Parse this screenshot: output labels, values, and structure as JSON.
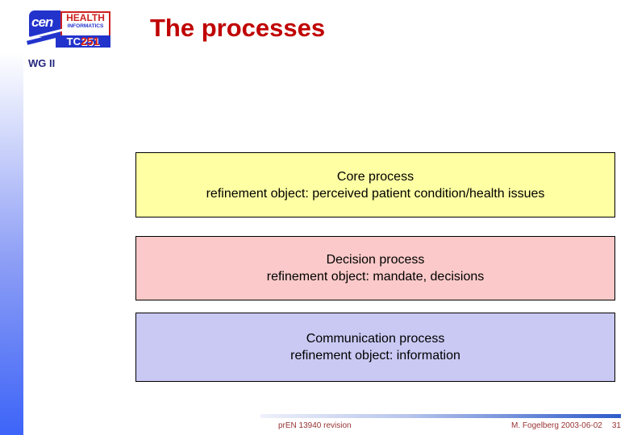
{
  "slide": {
    "title": "The processes",
    "wg_label": "WG II"
  },
  "logo": {
    "cen_text": "cen",
    "line1": "HEALTH",
    "line2": "INFORMATICS",
    "tc_text": "TC",
    "tc_number": "251"
  },
  "process_boxes": [
    {
      "title": "Core process",
      "subtitle": "refinement object: perceived patient condition/health issues",
      "fill": "#ffffa3"
    },
    {
      "title": "Decision process",
      "subtitle": "refinement object: mandate, decisions",
      "fill": "#fbc9c9"
    },
    {
      "title": "Communication process",
      "subtitle": "refinement object: information",
      "fill": "#c9c9f4"
    }
  ],
  "footer": {
    "doc_label": "prEN 13940 revision",
    "author_date": "M. Fogelberg 2003-06-02",
    "page_number": "31"
  },
  "colors": {
    "title": "#c00000",
    "wg_label": "#26267f",
    "footer_text": "#993333"
  }
}
